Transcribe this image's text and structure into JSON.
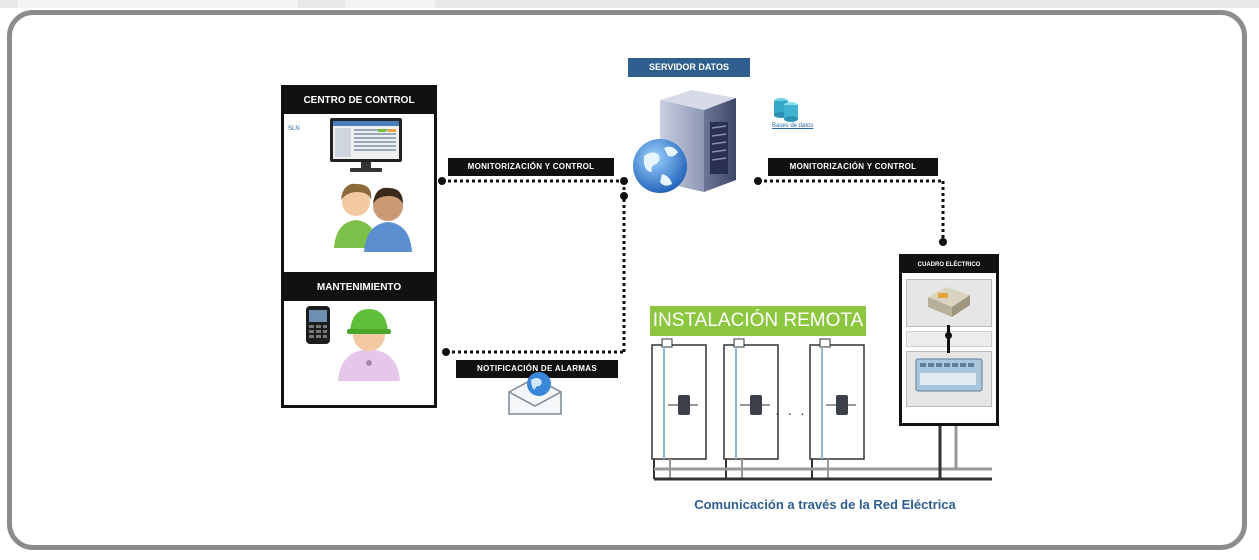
{
  "servidor": {
    "label": "SERVIDOR DATOS",
    "db_label": "Bases de datos"
  },
  "centro": {
    "title": "CENTRO DE CONTROL",
    "screen_tag": "SLN"
  },
  "mantenimiento": {
    "title": "MANTENIMIENTO"
  },
  "links": {
    "left_monitor": "MONITORIZACIÓN Y CONTROL",
    "right_monitor": "MONITORIZACIÓN Y CONTROL",
    "alarmas": "NOTIFICACIÓN DE ALARMAS"
  },
  "instalacion": {
    "title": "INSTALACIÓN REMOTA",
    "ellipsis": "· · ·"
  },
  "cuadro": {
    "title": "CUADRO ELÉCTRICO"
  },
  "footer": {
    "caption": "Comunicación a través de la Red Eléctrica"
  },
  "colors": {
    "frame": "#8c8c8c",
    "header": "#111111",
    "server_label": "#2f5f8f",
    "remote": "#8dc63f",
    "caption": "#2f5f8f"
  }
}
